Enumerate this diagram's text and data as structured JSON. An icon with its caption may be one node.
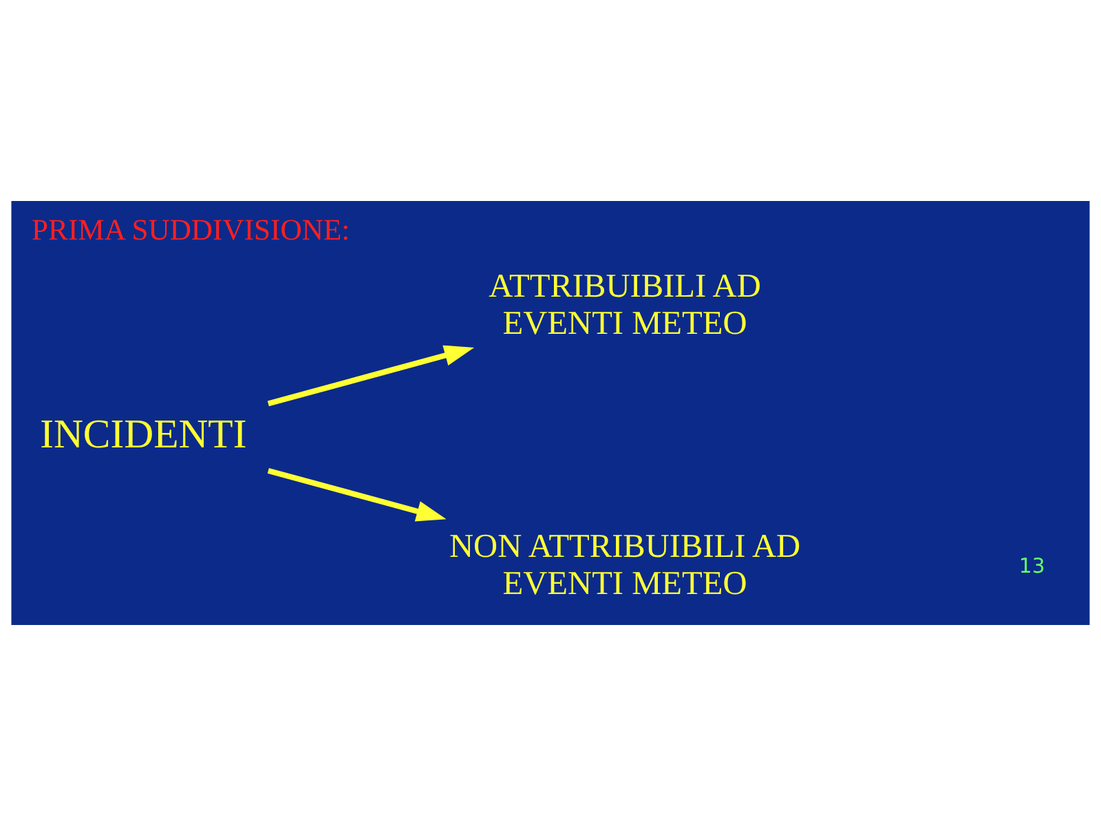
{
  "diagram": {
    "title": "PRIMA SUDDIVISIONE:",
    "nodes": [
      {
        "text": [
          "INCIDENTI"
        ]
      },
      {
        "text": [
          "ATTRIBUIBILI AD EVENTI METEO"
        ]
      },
      {
        "text": [
          "NON ATTRIBUIBILI AD EVENTI METEO"
        ]
      }
    ],
    "edges": [
      {
        "from": 0,
        "to": 1,
        "arrow": "to"
      },
      {
        "from": 0,
        "to": 2,
        "arrow": "to"
      }
    ],
    "labels": [
      "13"
    ]
  }
}
